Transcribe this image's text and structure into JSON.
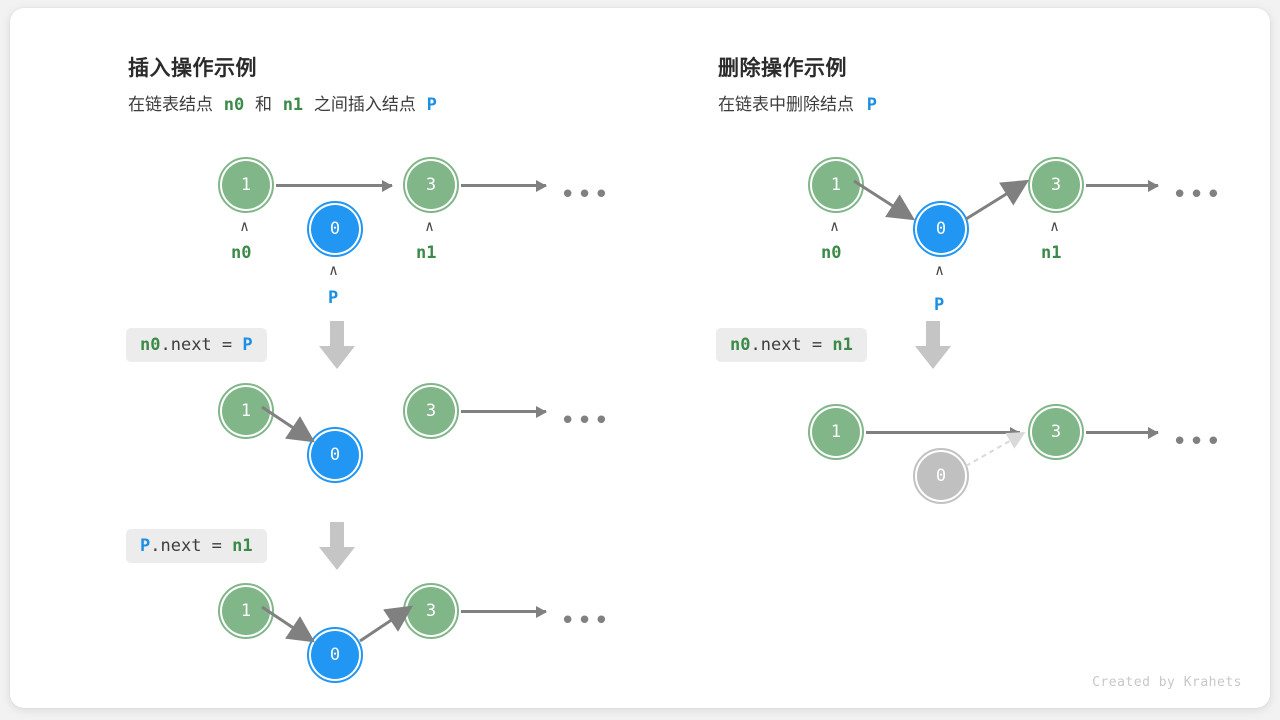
{
  "panels": {
    "insert": {
      "title": "插入操作示例",
      "subtitle": {
        "part1": "在链表结点",
        "ref1": "n0",
        "part2": "和",
        "ref2": "n1",
        "part3": "之间插入结点",
        "ref3": "P"
      },
      "steps": [
        {
          "code": {
            "target": "n0",
            "middle": ".next = ",
            "value": "P"
          },
          "nodes": [
            {
              "value": "1",
              "color": "green",
              "label": "n0"
            },
            {
              "value": "0",
              "color": "blue",
              "label": "P"
            },
            {
              "value": "3",
              "color": "green",
              "label": "n1"
            }
          ],
          "ellipsis": "•••"
        },
        {
          "code": {
            "target": "P",
            "middle": ".next = ",
            "value": "n1"
          },
          "nodes": [
            {
              "value": "1",
              "color": "green"
            },
            {
              "value": "0",
              "color": "blue"
            },
            {
              "value": "3",
              "color": "green"
            }
          ],
          "ellipsis": "•••"
        },
        {
          "nodes": [
            {
              "value": "1",
              "color": "green"
            },
            {
              "value": "0",
              "color": "blue"
            },
            {
              "value": "3",
              "color": "green"
            }
          ],
          "ellipsis": "•••"
        }
      ]
    },
    "delete": {
      "title": "删除操作示例",
      "subtitle": {
        "part1": "在链表中删除结点",
        "ref1": "P"
      },
      "steps": [
        {
          "code": {
            "target": "n0",
            "middle": ".next = ",
            "value": "n1"
          },
          "nodes": [
            {
              "value": "1",
              "color": "green",
              "label": "n0"
            },
            {
              "value": "0",
              "color": "blue",
              "label": "P"
            },
            {
              "value": "3",
              "color": "green",
              "label": "n1"
            }
          ],
          "ellipsis": "•••"
        },
        {
          "nodes": [
            {
              "value": "1",
              "color": "green"
            },
            {
              "value": "0",
              "color": "gray"
            },
            {
              "value": "3",
              "color": "green"
            }
          ],
          "ellipsis": "•••"
        }
      ]
    }
  },
  "caret": "∧",
  "credit": "Created by Krahets",
  "colors": {
    "green": "#81b689",
    "green_text": "#3c8a48",
    "blue": "#2196f3",
    "blue_text": "#1a8fe3",
    "gray_node": "#c0c0c0",
    "arrow": "#808080",
    "chip_bg": "#ececec",
    "down_arrow": "#c5c5c5"
  }
}
